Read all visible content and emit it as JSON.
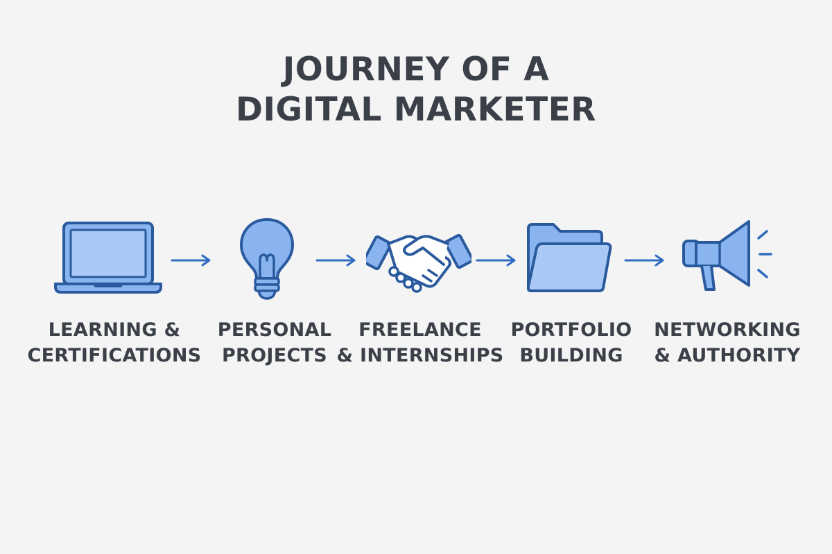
{
  "title": {
    "line1": "JOURNEY OF A",
    "line2": "DIGITAL MARKETER"
  },
  "colors": {
    "background": "#f4f4f5",
    "icon_fill": "#8ab4f0",
    "icon_stroke": "#2a5a9e",
    "arrow": "#2f6bc0",
    "text": "#3b4048"
  },
  "steps": [
    {
      "icon": "laptop-icon",
      "line1": "LEARNING &",
      "line2": "CERTIFICATIONS"
    },
    {
      "icon": "lightbulb-icon",
      "line1": "PERSONAL",
      "line2": "PROJECTS"
    },
    {
      "icon": "handshake-icon",
      "line1": "FREELANCE",
      "line2": "& INTERNSHIPS"
    },
    {
      "icon": "folder-icon",
      "line1": "PORTFOLIO",
      "line2": "BUILDING"
    },
    {
      "icon": "megaphone-icon",
      "line1": "NETWORKING",
      "line2": "& AUTHORITY"
    }
  ]
}
